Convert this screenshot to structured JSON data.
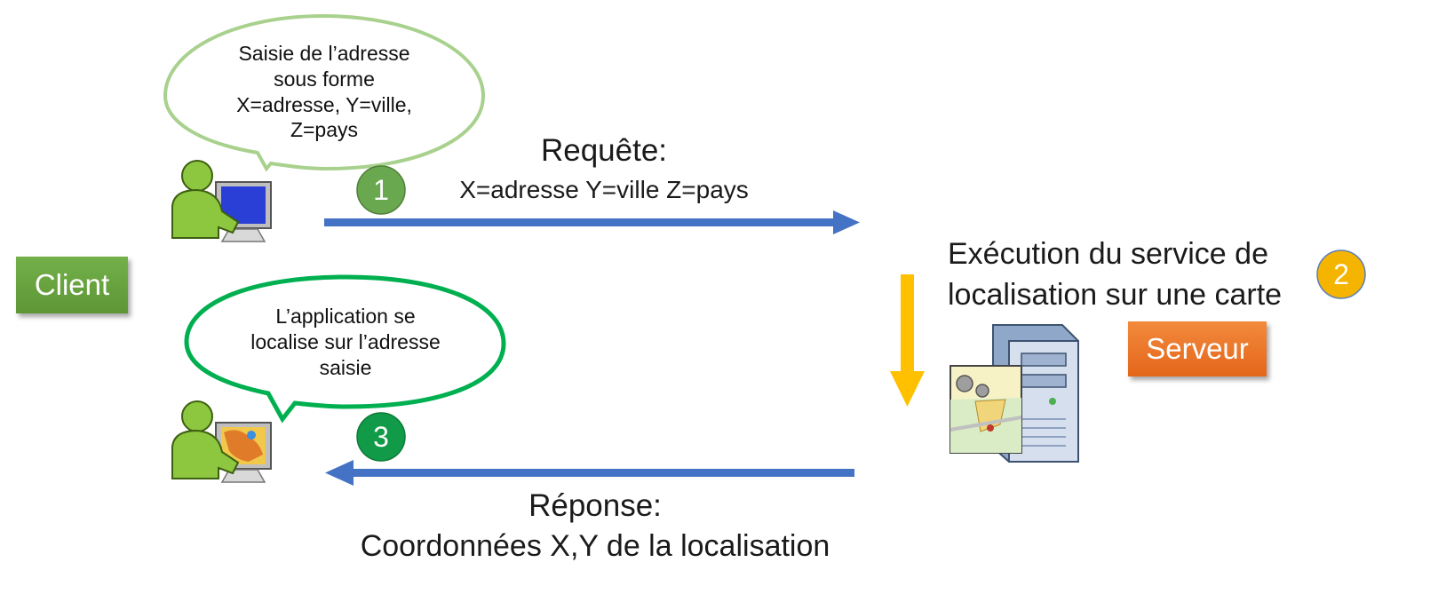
{
  "client": {
    "label": "Client"
  },
  "server": {
    "label": "Serveur"
  },
  "bubble_request": {
    "lines": [
      "Saisie de l’adresse",
      "sous forme",
      "X=adresse, Y=ville,",
      "Z=pays"
    ]
  },
  "bubble_response": {
    "lines": [
      "L’application se",
      "localise sur l’adresse",
      "saisie"
    ]
  },
  "request": {
    "title": "Requête:",
    "detail": "X=adresse Y=ville Z=pays"
  },
  "execution": {
    "lines": [
      "Exécution du service de",
      "localisation sur une carte"
    ]
  },
  "response": {
    "title": "Réponse:",
    "detail": "Coordonnées X,Y de la localisation"
  },
  "steps": [
    {
      "number": "1",
      "color": "#6aa84f"
    },
    {
      "number": "2",
      "color": "#f4b400"
    },
    {
      "number": "3",
      "color": "#119a48"
    }
  ],
  "colors": {
    "arrow_blue": "#4472c4",
    "arrow_yellow": "#ffc000",
    "bubble1_border": "#a9d18e",
    "bubble2_border": "#00b050"
  }
}
